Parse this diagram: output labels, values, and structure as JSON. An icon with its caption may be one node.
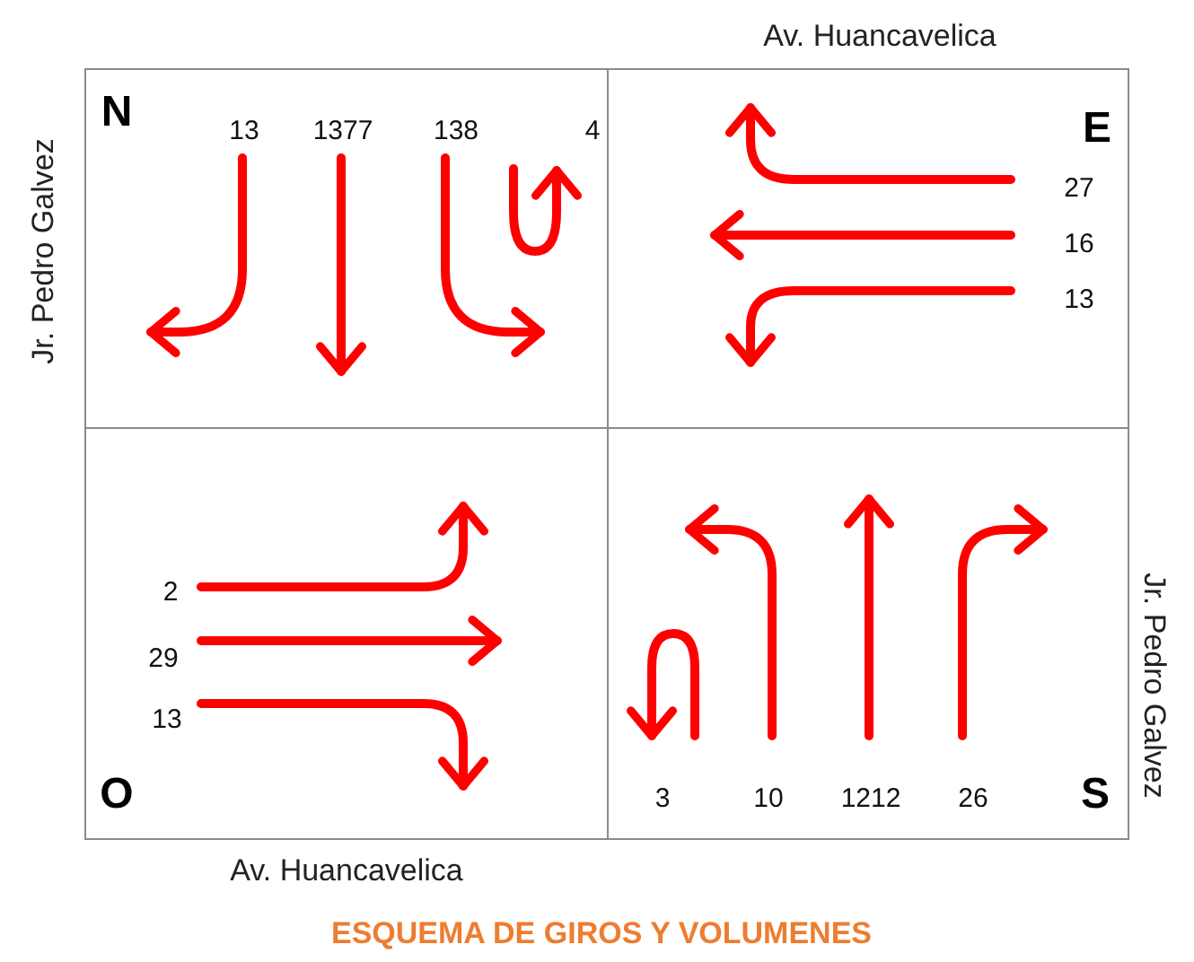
{
  "diagram": {
    "caption": "ESQUEMA DE GIROS Y VOLUMENES",
    "nodes": [
      {
        "text": [
          "N",
          "13",
          "1377",
          "138",
          "4"
        ]
      },
      {
        "text": [
          "E",
          "27",
          "16",
          "13"
        ]
      },
      {
        "text": [
          "2",
          "29",
          "13",
          "O"
        ]
      },
      {
        "text": [
          "3",
          "10",
          "1212",
          "26",
          "S"
        ]
      }
    ],
    "labels": [
      "Av. Huancavelica",
      "Jr. Pedro Galvez",
      "Jr. Pedro Galvez",
      "Av. Huancavelica"
    ]
  }
}
